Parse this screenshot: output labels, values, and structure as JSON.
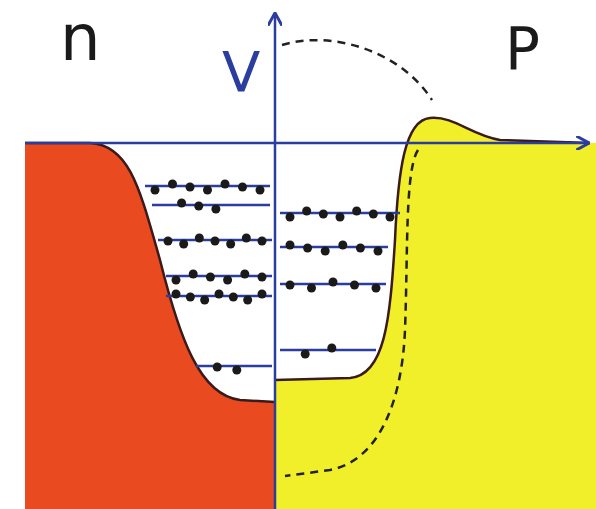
{
  "diagram": {
    "labels": [
      "n",
      "P",
      "V"
    ]
  }
}
